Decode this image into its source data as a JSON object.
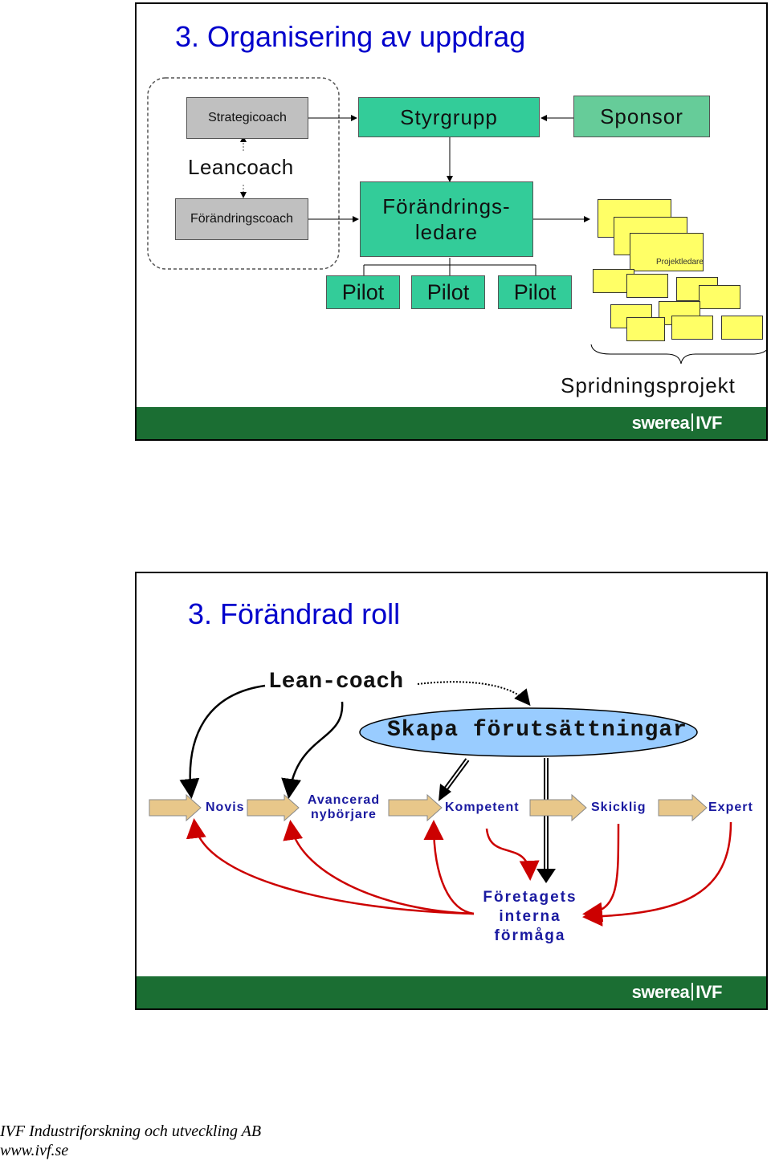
{
  "slide1": {
    "title": "3. Organisering av uppdrag",
    "strategicoach": "Strategicoach",
    "leancoach": "Leancoach",
    "forandringscoach": "Förändringscoach",
    "styrgrupp": "Styrgrupp",
    "sponsor": "Sponsor",
    "forandringsledare_line1": "Förändrings-",
    "forandringsledare_line2": "ledare",
    "pilots": [
      "Pilot",
      "Pilot",
      "Pilot"
    ],
    "projektledare": "Projektledare",
    "spridningsprojekt": "Spridningsprojekt",
    "logo_left": "swerea",
    "logo_right": "IVF"
  },
  "slide2": {
    "title": "3. Förändrad roll",
    "lean_coach": "Lean-coach",
    "skapa": "Skapa förutsättningar",
    "stages": [
      "Novis",
      "Avancerad",
      "nybörjare",
      "Kompetent",
      "Skicklig",
      "Expert"
    ],
    "foretagets_line1": "Företagets",
    "foretagets_line2": "interna",
    "foretagets_line3": "förmåga",
    "logo_left": "swerea",
    "logo_right": "IVF"
  },
  "footer": {
    "line1": "IVF Industriforskning och utveckling AB",
    "line2": "www.ivf.se"
  },
  "colors": {
    "title_blue": "#0000cc",
    "green_box": "#33cc99",
    "teal_box": "#66cc99",
    "gray_box": "#c0c0c0",
    "yellow_box": "#ffff66",
    "footer_green": "#1b6e33",
    "curve_red": "#cc0000",
    "arrow_tan": "#e8c78a"
  }
}
